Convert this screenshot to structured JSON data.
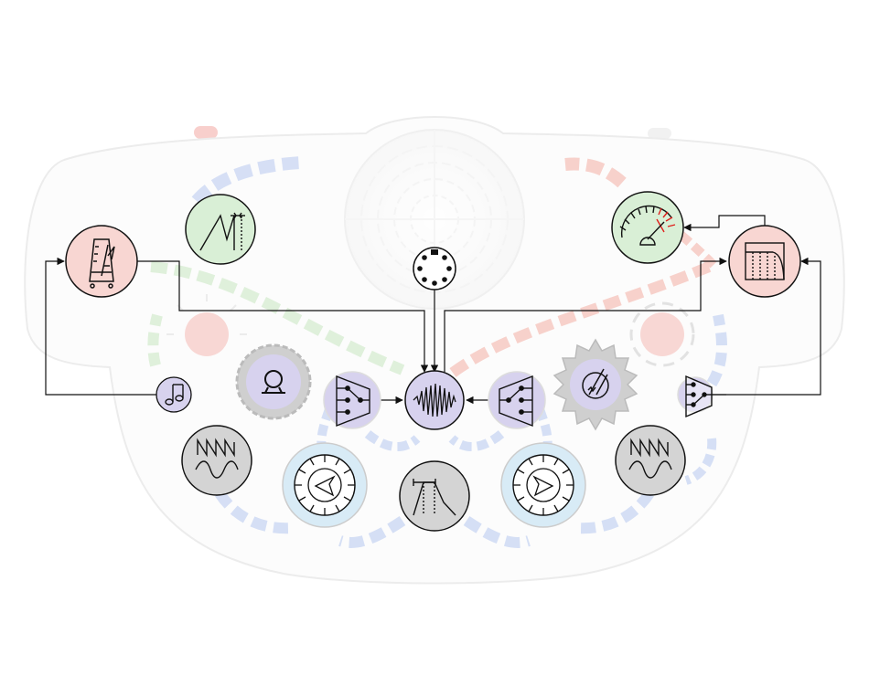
{
  "diagram": {
    "nodes": [
      {
        "id": "metronome",
        "icon": "metronome-icon",
        "role": "clock",
        "color": "#f8d6d2"
      },
      {
        "id": "note",
        "icon": "music-note-icon",
        "role": "trigger",
        "color": "#d7d2ee"
      },
      {
        "id": "envelope-left",
        "icon": "ramp-envelope-icon",
        "role": "envelope",
        "color": "#d9efd6"
      },
      {
        "id": "midi",
        "icon": "midi-din-connector-icon",
        "role": "midi-in",
        "color": "#ffffff"
      },
      {
        "id": "tuner",
        "icon": "tuner-meter-icon",
        "role": "meter",
        "color": "#d9efd6"
      },
      {
        "id": "sequencer",
        "icon": "step-sequencer-icon",
        "role": "sequencer",
        "color": "#f8d6d2"
      },
      {
        "id": "switch-right",
        "icon": "demux-switch-icon",
        "role": "switch",
        "color": "#d7d2ee"
      },
      {
        "id": "filter-knob",
        "icon": "resonance-knob-icon",
        "role": "filter",
        "color": "#d7d2ee"
      },
      {
        "id": "mux-left",
        "icon": "mux-switch-icon",
        "role": "mux",
        "color": "#d7d2ee"
      },
      {
        "id": "output",
        "icon": "waveform-output-icon",
        "role": "output",
        "color": "#d7d2ee"
      },
      {
        "id": "mux-right",
        "icon": "mux-switch-icon",
        "role": "mux",
        "color": "#d7d2ee"
      },
      {
        "id": "noise",
        "icon": "noise-dial-icon",
        "role": "noise",
        "color": "#d7d2ee"
      },
      {
        "id": "osc-left",
        "icon": "saw-sine-oscillator-icon",
        "role": "oscillator",
        "color": "#d4d4d4"
      },
      {
        "id": "dial-left",
        "icon": "direction-dial-left-icon",
        "role": "modulation",
        "color": "#d8ebf6"
      },
      {
        "id": "envelope-center",
        "icon": "adsr-envelope-icon",
        "role": "envelope",
        "color": "#d4d4d4"
      },
      {
        "id": "dial-right",
        "icon": "direction-dial-right-icon",
        "role": "modulation",
        "color": "#d8ebf6"
      },
      {
        "id": "osc-right",
        "icon": "saw-sine-oscillator-icon",
        "role": "oscillator",
        "color": "#d4d4d4"
      }
    ],
    "connections": [
      {
        "from": "note",
        "to": "metronome"
      },
      {
        "from": "metronome",
        "to": "output"
      },
      {
        "from": "midi",
        "to": "output"
      },
      {
        "from": "output",
        "to": "sequencer"
      },
      {
        "from": "sequencer",
        "to": "tuner"
      },
      {
        "from": "switch-right",
        "to": "sequencer"
      },
      {
        "from": "mux-left",
        "to": "output"
      },
      {
        "from": "mux-right",
        "to": "output"
      }
    ]
  }
}
